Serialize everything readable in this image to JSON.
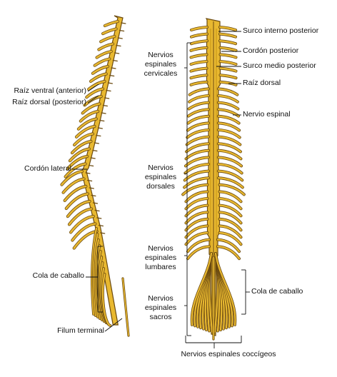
{
  "colors": {
    "nerve_fill": "#e8b830",
    "nerve_stroke": "#6b4a10",
    "nerve_dark": "#b8860b",
    "leader": "#111111",
    "background": "#ffffff"
  },
  "left_figure": {
    "labels": {
      "ventral_root": "Raíz ventral (anterior)",
      "dorsal_root": "Raíz dorsal (posterior)",
      "lateral_cord": "Cordón lateral",
      "cauda_equina": "Cola de caballo",
      "filum_terminale": "Filum terminal"
    }
  },
  "right_figure": {
    "left_labels": {
      "cervical": [
        "Nervios",
        "espinales",
        "cervicales"
      ],
      "dorsal": [
        "Nervios",
        "espinales",
        "dorsales"
      ],
      "lumbar": [
        "Nervios",
        "espinales",
        "lumbares"
      ],
      "sacral": [
        "Nervios",
        "espinales",
        "sacros"
      ]
    },
    "right_labels": {
      "internal_sulcus": "Surco interno posterior",
      "posterior_cord": "Cordón posterior",
      "median_sulcus": "Surco medio posterior",
      "dorsal_root": "Raíz dorsal",
      "spinal_nerve": "Nervio espinal",
      "cauda_equina": "Cola de caballo"
    },
    "bottom_label": "Nervios espinales coccígeos"
  }
}
